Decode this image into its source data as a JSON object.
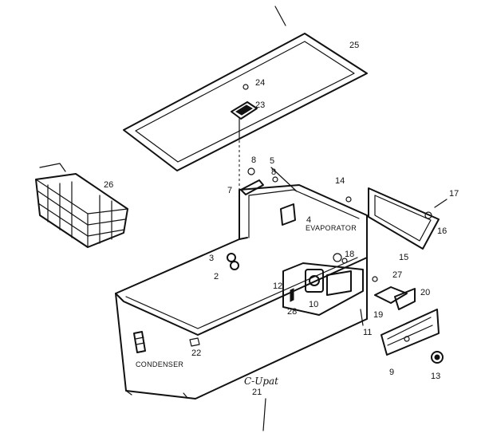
{
  "diagram": {
    "part_numbers": [
      {
        "id": "p25",
        "text": "25"
      },
      {
        "id": "p24",
        "text": "24"
      },
      {
        "id": "p23",
        "text": "23"
      },
      {
        "id": "p26",
        "text": "26"
      },
      {
        "id": "p8a",
        "text": "8"
      },
      {
        "id": "p5",
        "text": "5"
      },
      {
        "id": "p8b",
        "text": "8"
      },
      {
        "id": "p7",
        "text": "7"
      },
      {
        "id": "p14",
        "text": "14"
      },
      {
        "id": "p17",
        "text": "17"
      },
      {
        "id": "p16",
        "text": "16"
      },
      {
        "id": "p4",
        "text": "4"
      },
      {
        "id": "p15",
        "text": "15"
      },
      {
        "id": "p3",
        "text": "3"
      },
      {
        "id": "p2",
        "text": "2"
      },
      {
        "id": "p18",
        "text": "18"
      },
      {
        "id": "p27",
        "text": "27"
      },
      {
        "id": "p12",
        "text": "12"
      },
      {
        "id": "p10",
        "text": "10"
      },
      {
        "id": "p20",
        "text": "20"
      },
      {
        "id": "p28",
        "text": "28"
      },
      {
        "id": "p19",
        "text": "19"
      },
      {
        "id": "p11",
        "text": "11"
      },
      {
        "id": "p22",
        "text": "22"
      },
      {
        "id": "p9",
        "text": "9"
      },
      {
        "id": "p13",
        "text": "13"
      },
      {
        "id": "p21",
        "text": "21"
      }
    ],
    "labels": {
      "evaporator": "EVAPORATOR",
      "condenser": "CONDENSER",
      "signature": "C-Upat"
    }
  }
}
